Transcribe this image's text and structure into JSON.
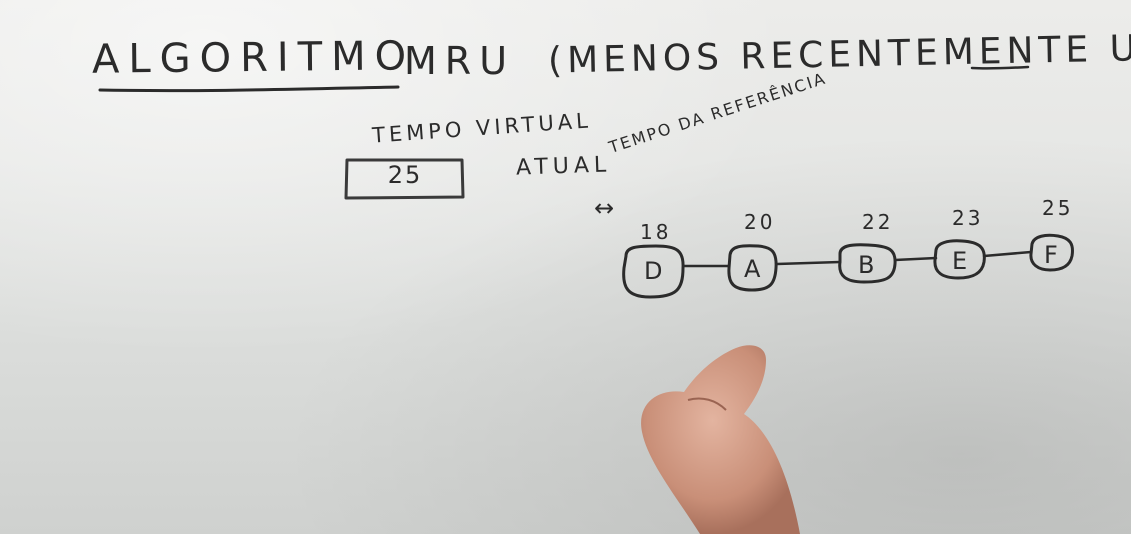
{
  "title": {
    "main": "ALGORITMO",
    "acronym": "MRU",
    "expansion": "(MENOS RECENTEMENTE USADA)"
  },
  "virtual_time": {
    "label": "TEMPO VIRTUAL",
    "value": "25",
    "label_suffix": "ATUAL"
  },
  "reference_note": {
    "label": "TEMPO DA REFERÊNCIA",
    "arrow": "↔"
  },
  "list": [
    {
      "page": "D",
      "time": "18"
    },
    {
      "page": "A",
      "time": "20"
    },
    {
      "page": "B",
      "time": "22"
    },
    {
      "page": "E",
      "time": "23"
    },
    {
      "page": "F",
      "time": "25"
    }
  ],
  "colors": {
    "board": "#e8e9e7",
    "ink": "#2b2b2b",
    "skin": "#d7a48d"
  }
}
